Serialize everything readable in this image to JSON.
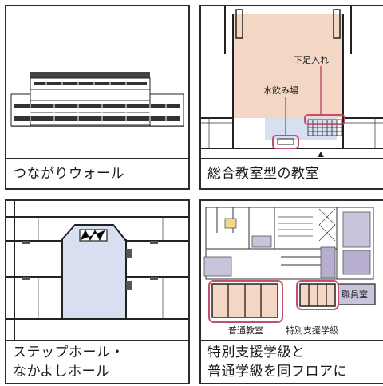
{
  "panels": [
    {
      "caption": [
        "つながりウォール"
      ]
    },
    {
      "caption": [
        "総合教室型の教室"
      ],
      "labels": {
        "lower_shoe": "下足入れ",
        "water": "水飲み場"
      }
    },
    {
      "caption": [
        "ステップホール・",
        "なかよしホール"
      ]
    },
    {
      "caption": [
        "特別支援学級と",
        "普通学級を同フロアに"
      ],
      "labels": {
        "staff_room": "職員室",
        "regular_class": "普通教室",
        "special_class": "特別支援学級"
      }
    }
  ],
  "colors": {
    "frame": "#2b2b2b",
    "peach_floor": "#f3d6c4",
    "light_blue": "#d7dff0",
    "pink_highlight": "#c0506c",
    "lavender": "#c9c3db",
    "purple": "#b8aed0"
  }
}
